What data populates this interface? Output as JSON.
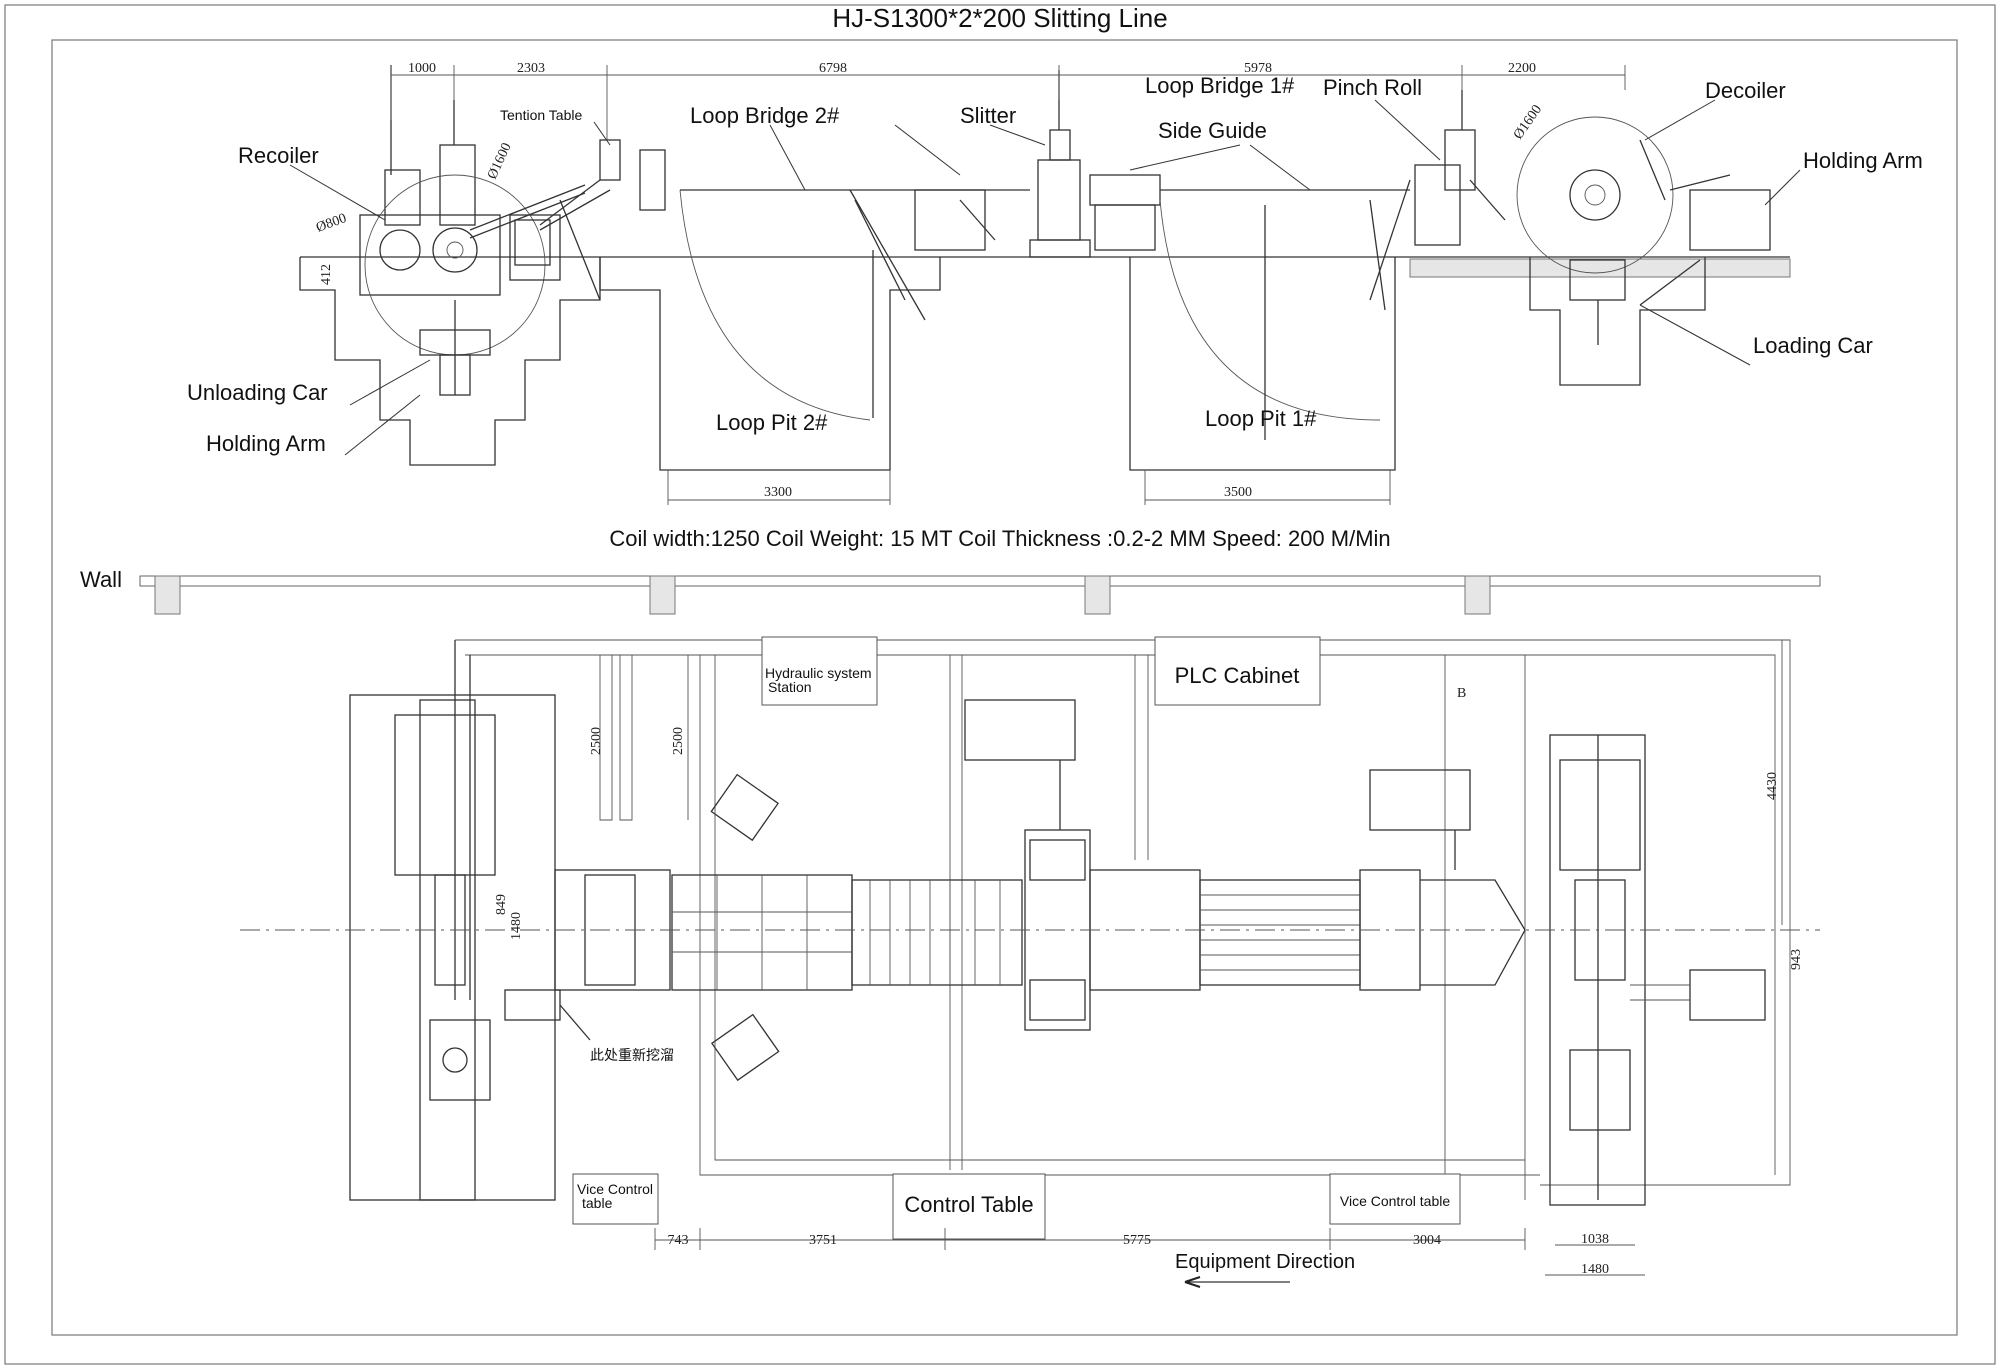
{
  "title": "HJ-S1300*2*200  Slitting Line",
  "side_view": {
    "labels": {
      "recoiler": "Recoiler",
      "tention_table": "Tention Table",
      "loop_bridge_2": "Loop Bridge 2#",
      "slitter": "Slitter",
      "loop_bridge_1": "Loop Bridge 1#",
      "pinch_roll": "Pinch Roll",
      "side_guide": "Side Guide",
      "decoiler": "Decoiler",
      "holding_arm_right": "Holding  Arm",
      "unloading_car": "Unloading  Car",
      "holding_arm_left": "Holding  Arm",
      "loop_pit_2": "Loop Pit 2#",
      "loop_pit_1": "Loop Pit 1#",
      "loading_car": "Loading Car"
    },
    "dimensions": {
      "d1000": "1000",
      "d2303": "2303",
      "d6798": "6798",
      "d5978": "5978",
      "d2200": "2200",
      "d3300": "3300",
      "d3500": "3500",
      "d412": "412",
      "phi800": "Ø800",
      "phi1600_left": "Ø1600",
      "phi1600_right": "Ø1600"
    }
  },
  "specs": "Coil width:1250   Coil Weight: 15 MT   Coil Thickness :0.2-2 MM   Speed: 200 M/Min",
  "plan_view": {
    "wall": "Wall",
    "hydraulic_station": [
      "Hydraulic system",
      "Station"
    ],
    "plc_cabinet": "PLC Cabinet",
    "vice_control_left": [
      "Vice Control",
      "table"
    ],
    "control_table": "Control Table",
    "vice_control_right": "Vice Control table",
    "equipment_direction": "Equipment Direction",
    "b_mark": "B",
    "chinese_note": "此处重新挖溜",
    "dimensions": {
      "d2500a": "2500",
      "d2500b": "2500",
      "d4430": "4430",
      "d849": "849",
      "d1480v": "1480",
      "d943": "943",
      "d743": "743",
      "d3751": "3751",
      "d5775": "5775",
      "d3004": "3004",
      "d1038": "1038",
      "d1480h": "1480"
    }
  }
}
